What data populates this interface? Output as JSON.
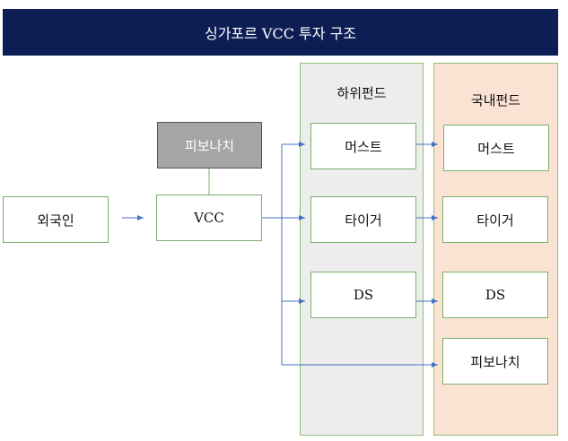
{
  "title": "싱가포르 VCC 투자 구조",
  "colors": {
    "title_bg": "#0d1e55",
    "sub_fund_bg": "#ededed",
    "domestic_fund_bg": "#fbe3d4",
    "node_border": "#7ab06a",
    "arrow": "#4472c4",
    "gray_node": "#a6a6a6"
  },
  "nodes": {
    "foreigner": "외국인",
    "vcc": "VCC",
    "fiboNachi_top": "피보나치"
  },
  "sub_fund": {
    "label": "하위펀드",
    "items": [
      "머스트",
      "타이거",
      "DS"
    ]
  },
  "domestic_fund": {
    "label": "국내펀드",
    "items": [
      "머스트",
      "타이거",
      "DS",
      "피보나치"
    ]
  }
}
